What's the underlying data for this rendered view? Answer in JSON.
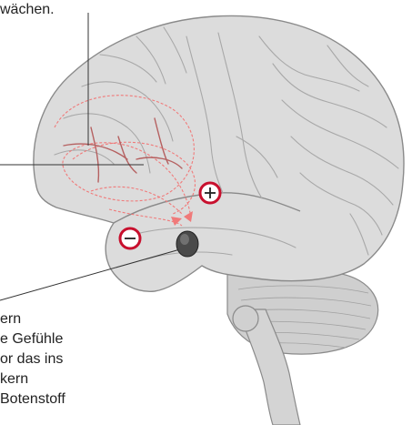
{
  "labels": {
    "top_fragment": "wächen.",
    "bottom_lines": [
      "ern",
      "e Gefühle",
      "or das ins",
      "kern",
      "Botenstoff"
    ],
    "plus_sign": "+",
    "minus_sign": "−"
  },
  "colors": {
    "brain_fill": "#dcdcdc",
    "brain_outline": "#8a8a8a",
    "gyri": "#a8a8a8",
    "pathway": "#f07a7a",
    "marker_ring": "#c8102e",
    "amygdala": "#4a4a4a",
    "leader_line": "#333333"
  }
}
